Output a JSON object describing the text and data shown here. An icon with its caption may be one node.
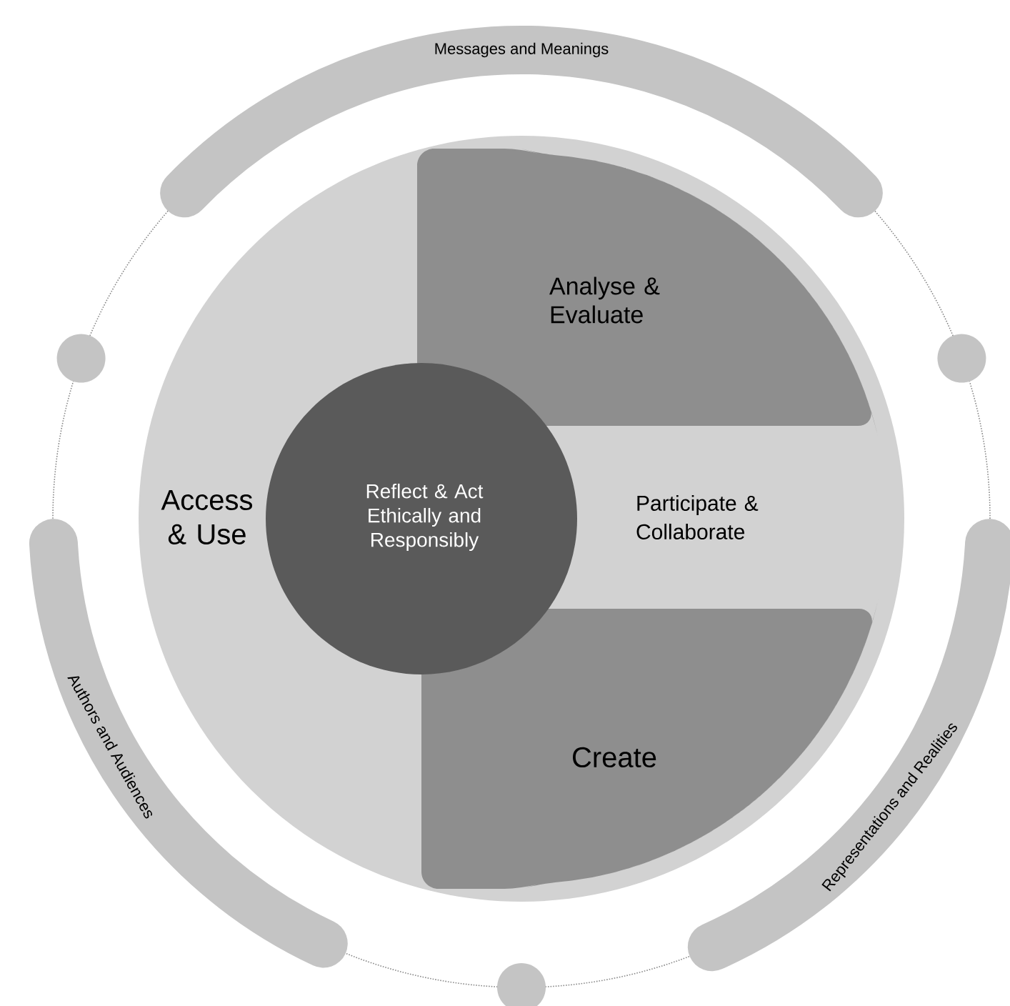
{
  "diagram": {
    "nodes": [
      {
        "text": [
          "Messages and Meanings"
        ]
      },
      {
        "text": [
          "Representations and Realities"
        ]
      },
      {
        "text": [
          "Authors and Audiences"
        ]
      },
      {
        "text": [
          "Access & Use"
        ]
      },
      {
        "text": [
          "Analyse & Evaluate"
        ],
        "in": 3
      },
      {
        "text": [
          "Participate & Collaborate"
        ],
        "in": 3
      },
      {
        "text": [
          "Reflect & Act Ethically and Responsibly"
        ],
        "in": 3
      },
      {
        "text": [
          "Create"
        ],
        "in": 3
      }
    ]
  }
}
